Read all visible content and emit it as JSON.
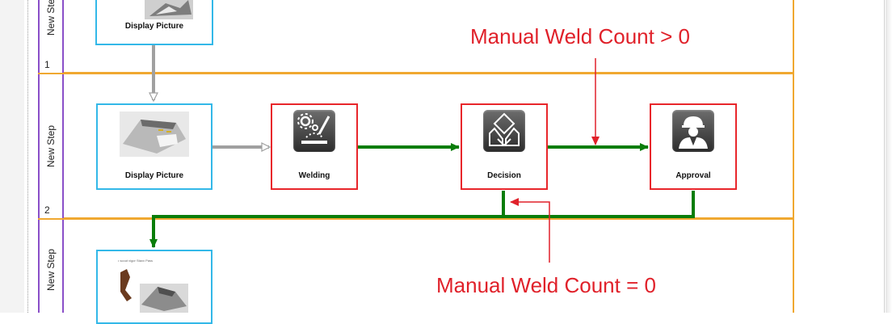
{
  "lanes": [
    {
      "title": "New Step",
      "number": "1"
    },
    {
      "title": "New Step",
      "number": "2"
    },
    {
      "title": "New Step",
      "number": ""
    }
  ],
  "nodes": {
    "display_picture_top": {
      "label": "Display Picture"
    },
    "display_picture_mid": {
      "label": "Display Picture"
    },
    "welding": {
      "label": "Welding",
      "icon": "welding-icon"
    },
    "decision": {
      "label": "Decision",
      "icon": "decision-icon"
    },
    "approval": {
      "label": "Approval",
      "icon": "approval-icon"
    },
    "display_picture_bottom": {
      "label": "",
      "caption": "• scout vigor Staxx Pass"
    }
  },
  "annotations": {
    "top": "Manual Weld Count > 0",
    "bottom": "Manual Weld Count = 0"
  },
  "colors": {
    "lane_border": "#8a4fc8",
    "lane_separator": "#f0a830",
    "node_picture_border": "#33b8e8",
    "node_task_border": "#e8262b",
    "flow_green": "#0a7d0a",
    "flow_gray": "#a0a0a0",
    "annotation": "#e0212a"
  }
}
